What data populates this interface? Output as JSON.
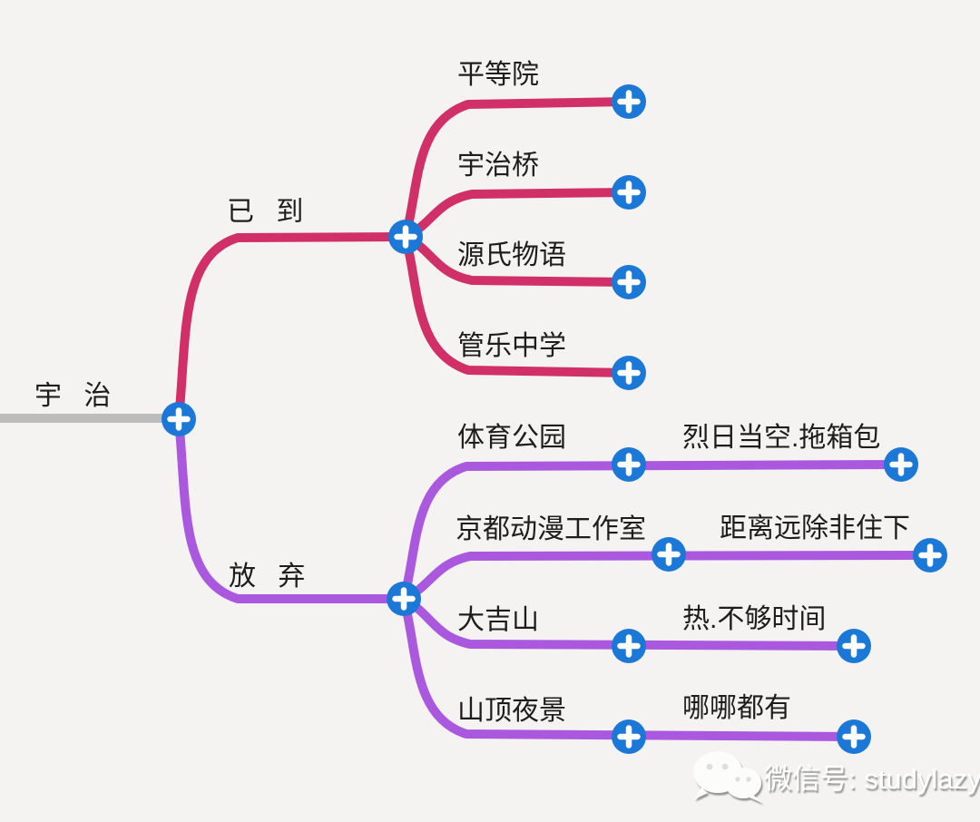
{
  "colors": {
    "background": "#f4f3f1",
    "root_line": "#bcbcbc",
    "visited_branch": "#d02f67",
    "abandoned_branch": "#aa58dd",
    "node_button": "#1b78d6",
    "text": "#1d1d1d",
    "watermark_text": "#ffffff"
  },
  "root": {
    "label": "宇 治"
  },
  "branches": [
    {
      "label": "已 到",
      "children": [
        {
          "label": "平等院"
        },
        {
          "label": "宇治桥"
        },
        {
          "label": "源氏物语"
        },
        {
          "label": "管乐中学"
        }
      ]
    },
    {
      "label": "放 弃",
      "children": [
        {
          "label": "体育公园",
          "note": "烈日当空.拖箱包"
        },
        {
          "label": "京都动漫工作室",
          "note": "距离远除非住下"
        },
        {
          "label": "大吉山",
          "note": "热.不够时间"
        },
        {
          "label": "山顶夜景",
          "note": "哪哪都有"
        }
      ]
    }
  ],
  "watermark": {
    "icon": "wechat-icon",
    "text": "微信号: studylazy"
  }
}
